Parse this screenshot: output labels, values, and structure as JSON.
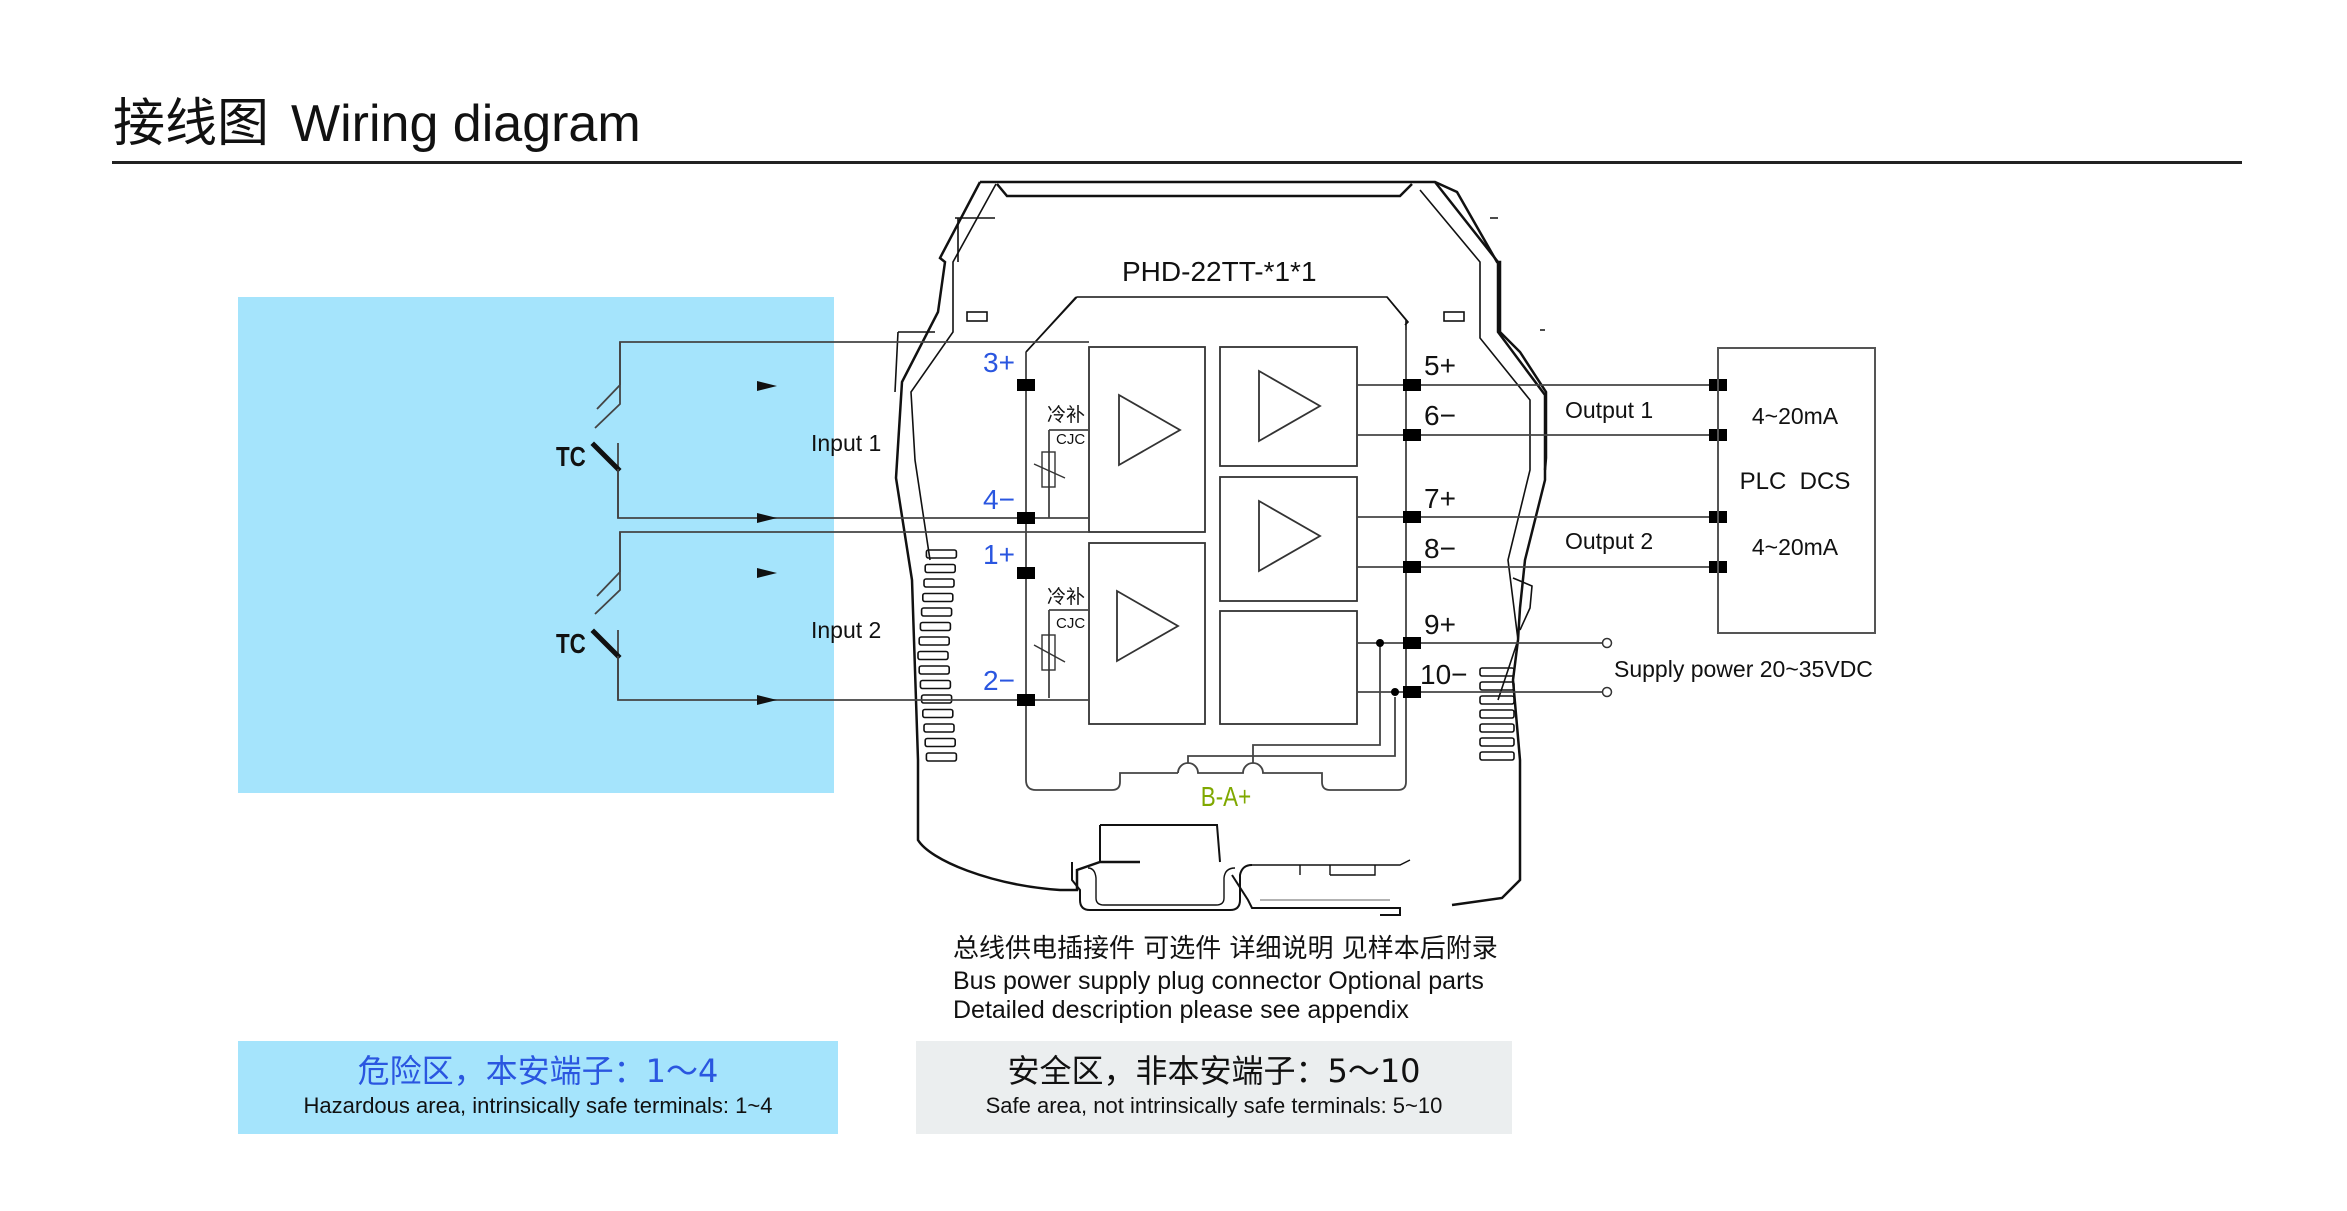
{
  "header": {
    "title_cn": "接线图",
    "title_en": "Wiring diagram"
  },
  "device": {
    "model": "PHD-22TT-*1*1",
    "cjc_label_cn": "冷补",
    "cjc_label_en": "CJC",
    "bus_label": "B-A+"
  },
  "inputs": [
    {
      "label": "Input 1",
      "sensor": "TC",
      "plus_terminal": "3+",
      "minus_terminal": "4−"
    },
    {
      "label": "Input 2",
      "sensor": "TC",
      "plus_terminal": "1+",
      "minus_terminal": "2−"
    }
  ],
  "outputs": [
    {
      "label": "Output 1",
      "plus_terminal": "5+",
      "minus_terminal": "6−",
      "signal": "4~20mA"
    },
    {
      "label": "Output 2",
      "plus_terminal": "7+",
      "minus_terminal": "8−",
      "signal": "4~20mA"
    }
  ],
  "power": {
    "plus_terminal": "9+",
    "minus_terminal": "10−",
    "label": "Supply power 20~35VDC"
  },
  "receiver": {
    "label": "PLC  DCS"
  },
  "notes": {
    "cn": "总线供电插接件  可选件  详细说明  见样本后附录",
    "en_line1": "Bus power supply plug connector  Optional parts",
    "en_line2": "Detailed description please see appendix"
  },
  "legend": {
    "hazard": {
      "cn": "危险区，本安端子：1～4",
      "en": "Hazardous area, intrinsically safe terminals: 1~4"
    },
    "safe": {
      "cn": "安全区，非本安端子：5～10",
      "en": "Safe area, not intrinsically safe terminals: 5~10"
    }
  },
  "colors": {
    "hazard_zone": "#a5e4fc",
    "safe_zone": "#ebeeef",
    "is_terminal_text": "#2a56e0",
    "bus_text": "#7fa800",
    "line": "#333333"
  }
}
